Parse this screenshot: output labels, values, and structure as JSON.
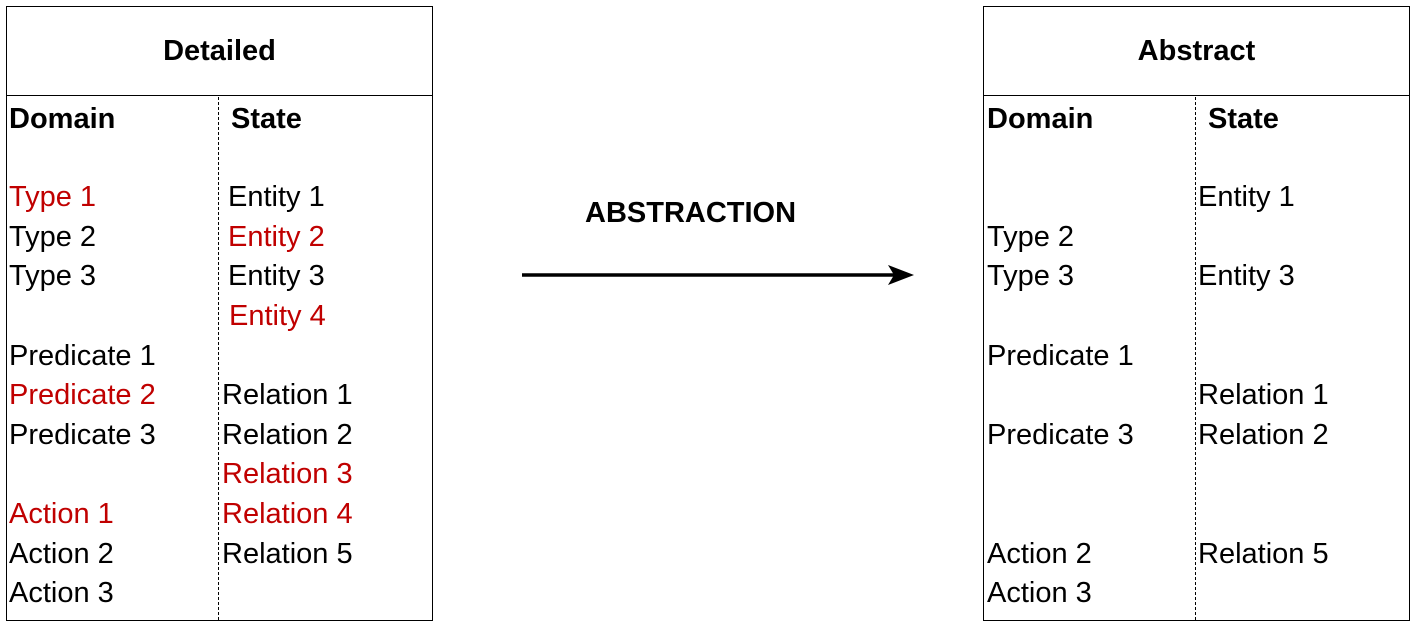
{
  "left_panel": {
    "title": "Detailed",
    "domain_header": "Domain",
    "state_header": "State",
    "domain_items": [
      {
        "text": "Type 1",
        "removed": true
      },
      {
        "text": "Type 2",
        "removed": false
      },
      {
        "text": "Type 3",
        "removed": false
      },
      {
        "text": "Predicate 1",
        "removed": false
      },
      {
        "text": "Predicate 2",
        "removed": true
      },
      {
        "text": "Predicate 3",
        "removed": false
      },
      {
        "text": "Action 1",
        "removed": true
      },
      {
        "text": "Action 2",
        "removed": false
      },
      {
        "text": "Action 3",
        "removed": false
      }
    ],
    "state_items": [
      {
        "text": "Entity 1",
        "removed": false
      },
      {
        "text": "Entity 2",
        "removed": true
      },
      {
        "text": "Entity 3",
        "removed": false
      },
      {
        "text": "Entity 4",
        "removed": true
      },
      {
        "text": "Relation 1",
        "removed": false
      },
      {
        "text": "Relation 2",
        "removed": false
      },
      {
        "text": "Relation 3",
        "removed": true
      },
      {
        "text": "Relation 4",
        "removed": true
      },
      {
        "text": "Relation 5",
        "removed": false
      }
    ]
  },
  "arrow": {
    "label": "ABSTRACTION"
  },
  "right_panel": {
    "title": "Abstract",
    "domain_header": "Domain",
    "state_header": "State",
    "domain_items": [
      {
        "text": "Type 2"
      },
      {
        "text": "Type 3"
      },
      {
        "text": "Predicate 1"
      },
      {
        "text": "Predicate 3"
      },
      {
        "text": "Action 2"
      },
      {
        "text": "Action 3"
      }
    ],
    "state_items": [
      {
        "text": "Entity 1"
      },
      {
        "text": "Entity 3"
      },
      {
        "text": "Relation 1"
      },
      {
        "text": "Relation 2"
      },
      {
        "text": "Relation 5"
      }
    ]
  },
  "colors": {
    "removed": "#c00000",
    "kept": "#000000"
  }
}
